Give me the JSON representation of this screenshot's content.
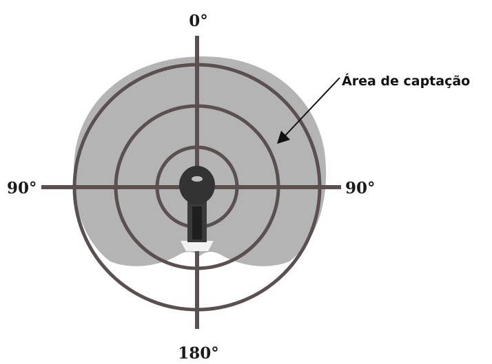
{
  "labels": {
    "top": "0°",
    "left": "90°",
    "right": "90°",
    "bottom": "180°",
    "pickup_area": "Área de captação"
  },
  "colors": {
    "pickup_area": "#b4b4b4",
    "rings_and_axes": "#5a5050",
    "microphone": "#3a3a3a",
    "text": "#111111"
  },
  "icons": {
    "center": "microphone-icon"
  }
}
